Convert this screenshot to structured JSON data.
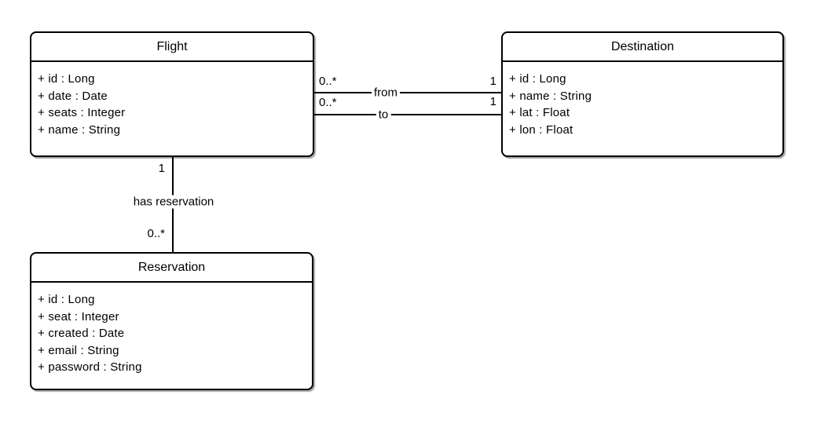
{
  "diagram": {
    "type": "uml-class-diagram",
    "colors": {
      "stroke": "#000000",
      "fill": "#ffffff",
      "text": "#000000",
      "shadow": "rgba(0,0,0,0.35)",
      "background": "#ffffff"
    },
    "classes": [
      {
        "name": "Flight",
        "attributes": [
          "+ id : Long",
          "+ date : Date",
          "+ seats : Integer",
          "+ name : String"
        ]
      },
      {
        "name": "Destination",
        "attributes": [
          "+ id : Long",
          "+ name : String",
          "+ lat : Float",
          "+ lon : Float"
        ]
      },
      {
        "name": "Reservation",
        "attributes": [
          "+ id : Long",
          "+ seat : Integer",
          "+ created : Date",
          "+ email : String",
          "+ password : String"
        ]
      }
    ],
    "associations": [
      {
        "label": "from",
        "source": "Flight",
        "target": "Destination",
        "source_multiplicity": "0..*",
        "target_multiplicity": "1"
      },
      {
        "label": "to",
        "source": "Flight",
        "target": "Destination",
        "source_multiplicity": "0..*",
        "target_multiplicity": "1"
      },
      {
        "label": "has reservation",
        "source": "Flight",
        "target": "Reservation",
        "source_multiplicity": "1",
        "target_multiplicity": "0..*"
      }
    ]
  }
}
